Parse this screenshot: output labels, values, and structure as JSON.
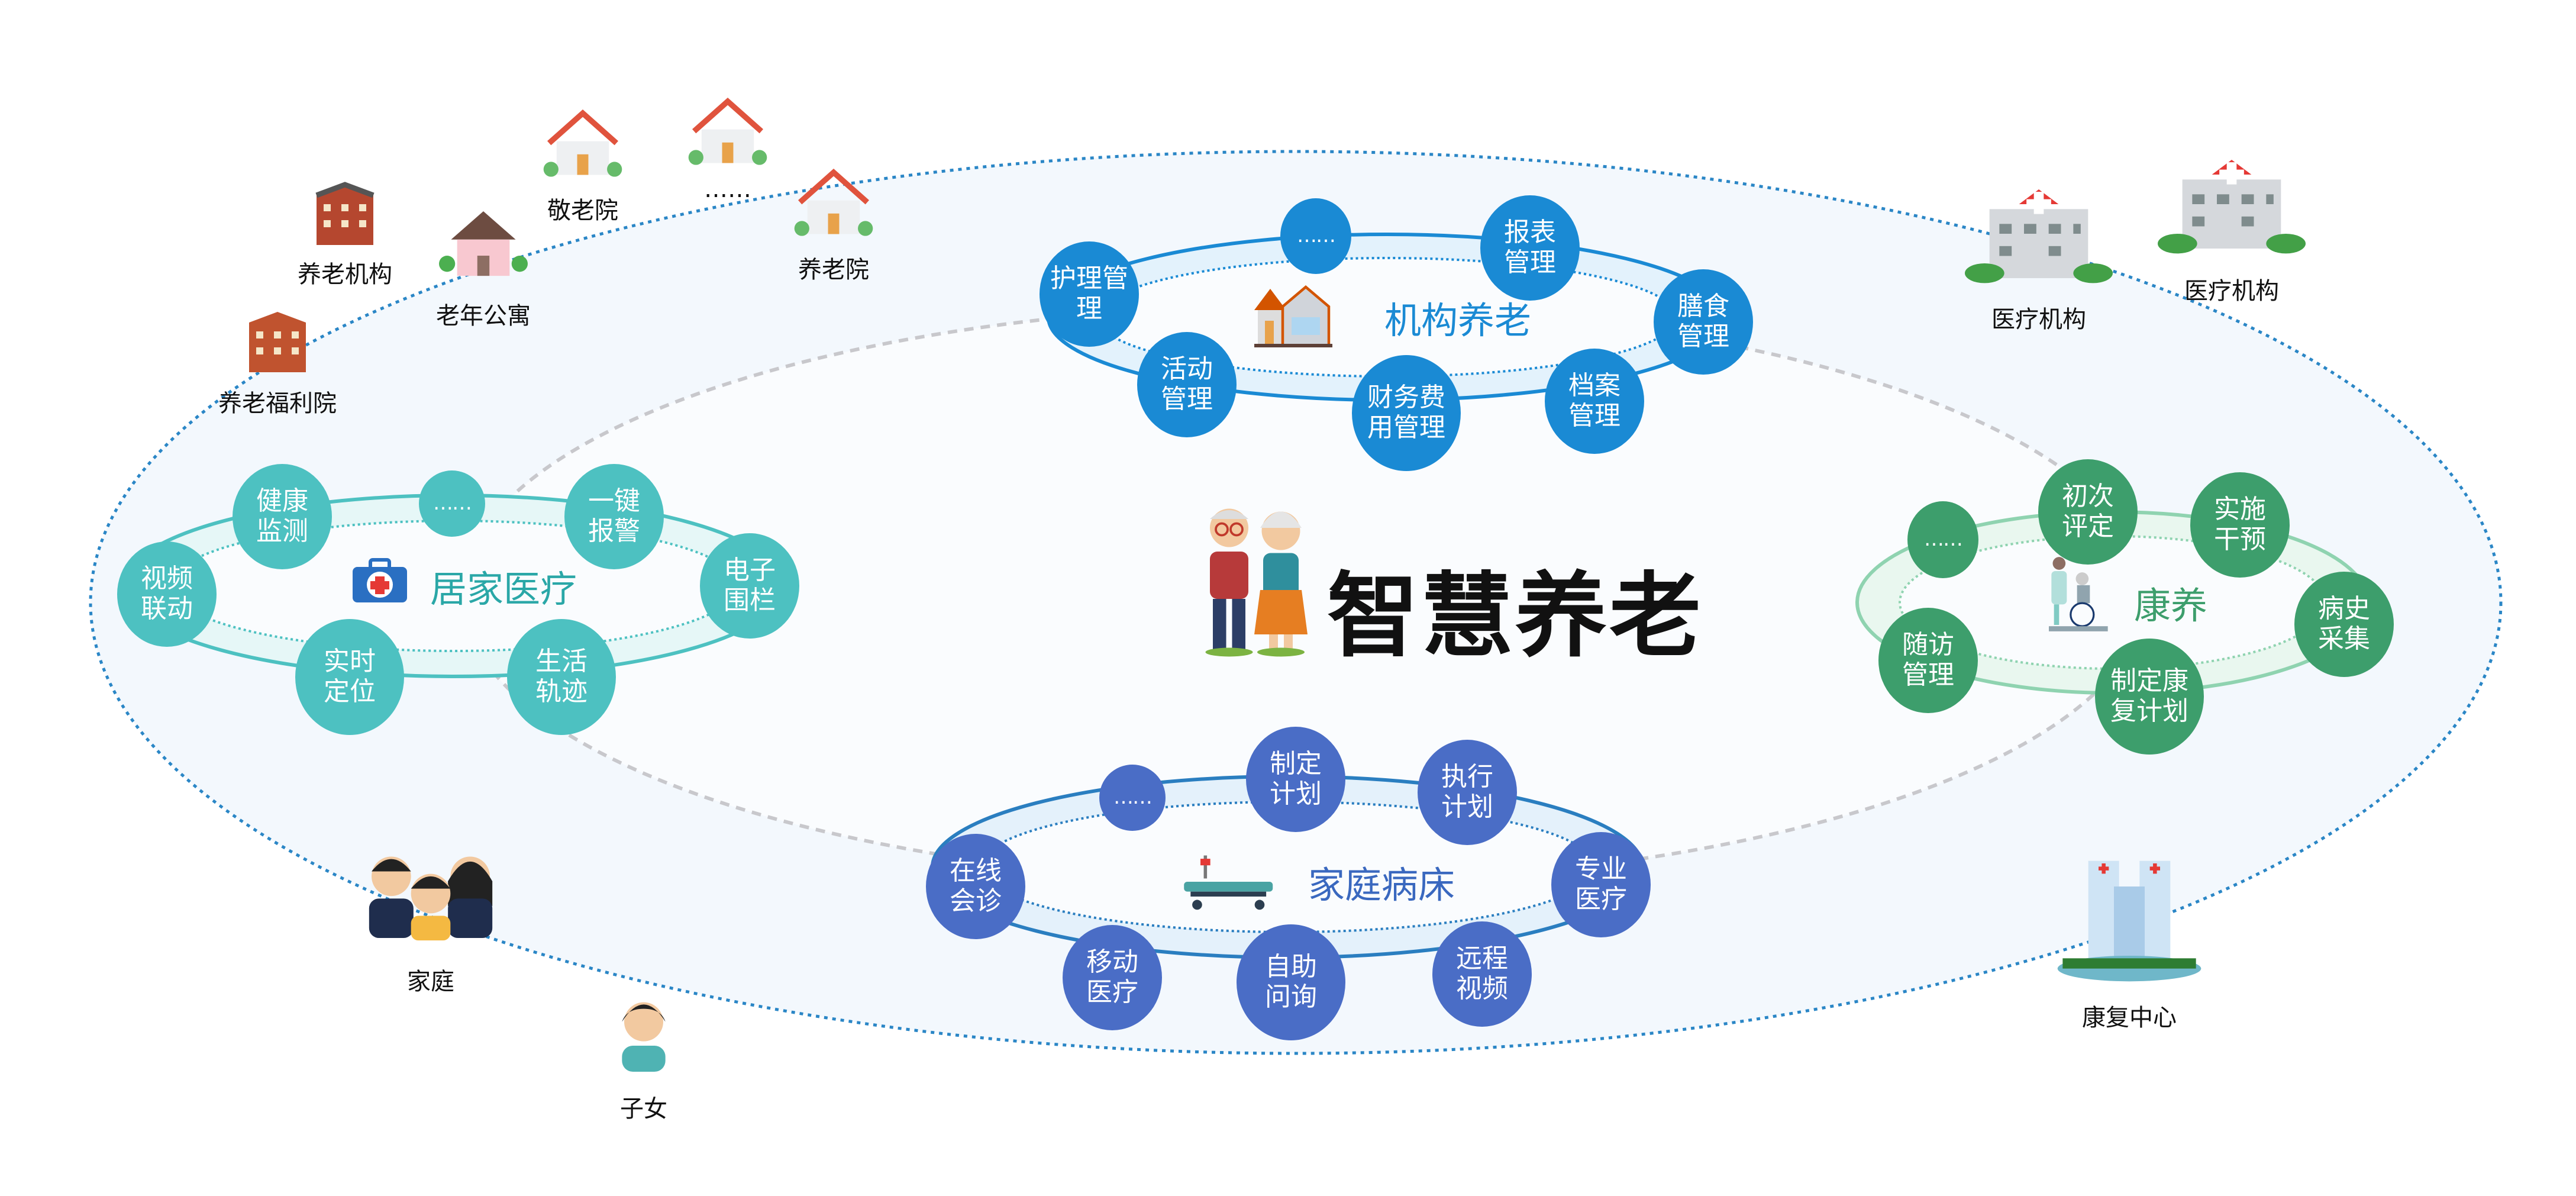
{
  "center": {
    "title": "智慧养老"
  },
  "institution": {
    "title": "机构养老",
    "color": "#1a8ad4",
    "nodes": [
      "护理管理",
      "……",
      "报表\n管理",
      "膳食\n管理",
      "档案\n管理",
      "财务费\n用管理",
      "活动\n管理"
    ]
  },
  "home_medical": {
    "title": "居家医疗",
    "color": "#4dc1c1",
    "nodes": [
      "健康\n监测",
      "……",
      "一键\n报警",
      "电子\n围栏",
      "生活\n轨迹",
      "实时\n定位",
      "视频\n联动"
    ]
  },
  "rehab": {
    "title": "康养",
    "color": "#3d9e6c",
    "nodes": [
      "……",
      "初次\n评定",
      "实施\n干预",
      "病史\n采集",
      "制定康\n复计划",
      "随访\n管理"
    ]
  },
  "home_bed": {
    "title": "家庭病床",
    "color": "#4a6dc6",
    "nodes": [
      "……",
      "制定\n计划",
      "执行\n计划",
      "专业\n医疗",
      "远程\n视频",
      "自助\n问询",
      "移动\n医疗",
      "在线\n会诊"
    ]
  },
  "outer": {
    "labels": [
      "养老机构",
      "老年公寓",
      "敬老院",
      "……",
      "养老院",
      "养老福利院",
      "医疗机构",
      "医疗机构",
      "家庭",
      "子女",
      "康复中心"
    ]
  }
}
